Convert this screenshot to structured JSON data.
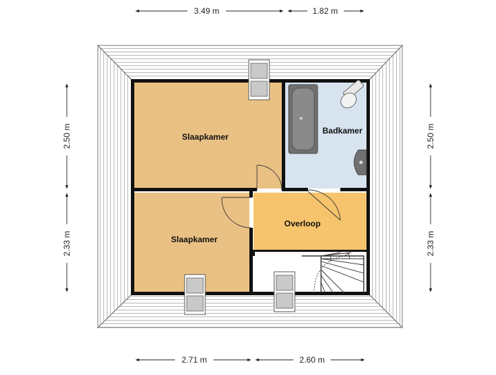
{
  "dimensions": {
    "top_left": "3.49 m",
    "top_right": "1.82 m",
    "bottom_left": "2.71 m",
    "bottom_right": "2.60 m",
    "left_upper": "2.50 m",
    "left_lower": "2.33 m",
    "right_upper": "2.50 m",
    "right_lower": "2.33 m"
  },
  "rooms": {
    "bedroom_top": "Slaapkamer",
    "bedroom_bottom": "Slaapkamer",
    "bathroom": "Badkamer",
    "landing": "Overloop"
  },
  "colors": {
    "bedroom": "#eac184",
    "landing": "#f6c46c",
    "bathroom": "#d7e3ef",
    "wall": "#111111",
    "roof_line": "#9a9a9a"
  }
}
